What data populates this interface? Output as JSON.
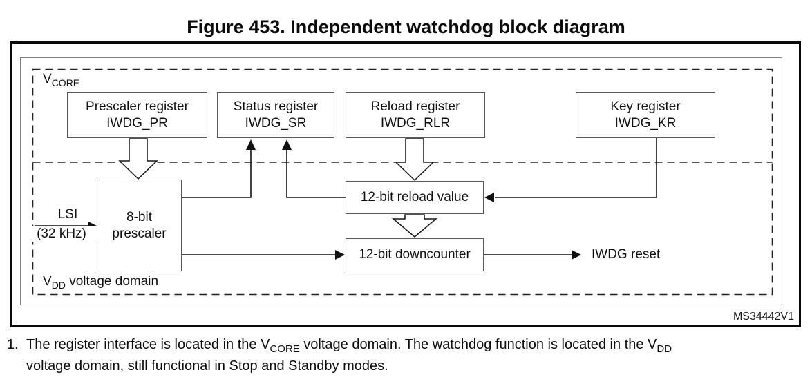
{
  "figure": {
    "title": "Figure 453. Independent watchdog block diagram",
    "watermark": "MS34442V1"
  },
  "domains": {
    "vcore": {
      "base": "V",
      "sub": "CORE"
    },
    "vdd": {
      "base": "V",
      "sub": "DD",
      "suffix": "voltage domain"
    }
  },
  "registers": [
    {
      "name": "Prescaler register",
      "mnemonic": "IWDG_PR"
    },
    {
      "name": "Status register",
      "mnemonic": "IWDG_SR"
    },
    {
      "name": "Reload register",
      "mnemonic": "IWDG_RLR"
    },
    {
      "name": "Key register",
      "mnemonic": "IWDG_KR"
    }
  ],
  "blocks": {
    "prescaler_line1": "8-bit",
    "prescaler_line2": "prescaler",
    "reload_value": "12-bit reload value",
    "downcounter": "12-bit downcounter"
  },
  "signals": {
    "clock_name": "LSI",
    "clock_freq": "(32 kHz)",
    "reset_output": "IWDG reset"
  },
  "footnote": {
    "number": "1.",
    "line1_seg1": "The register interface is located in the V",
    "line1_sub1": "CORE",
    "line1_seg2": " voltage domain. The watchdog function is located in the V",
    "line1_sub2": "DD",
    "line2": "voltage domain, still functional in Stop and Standby modes."
  }
}
